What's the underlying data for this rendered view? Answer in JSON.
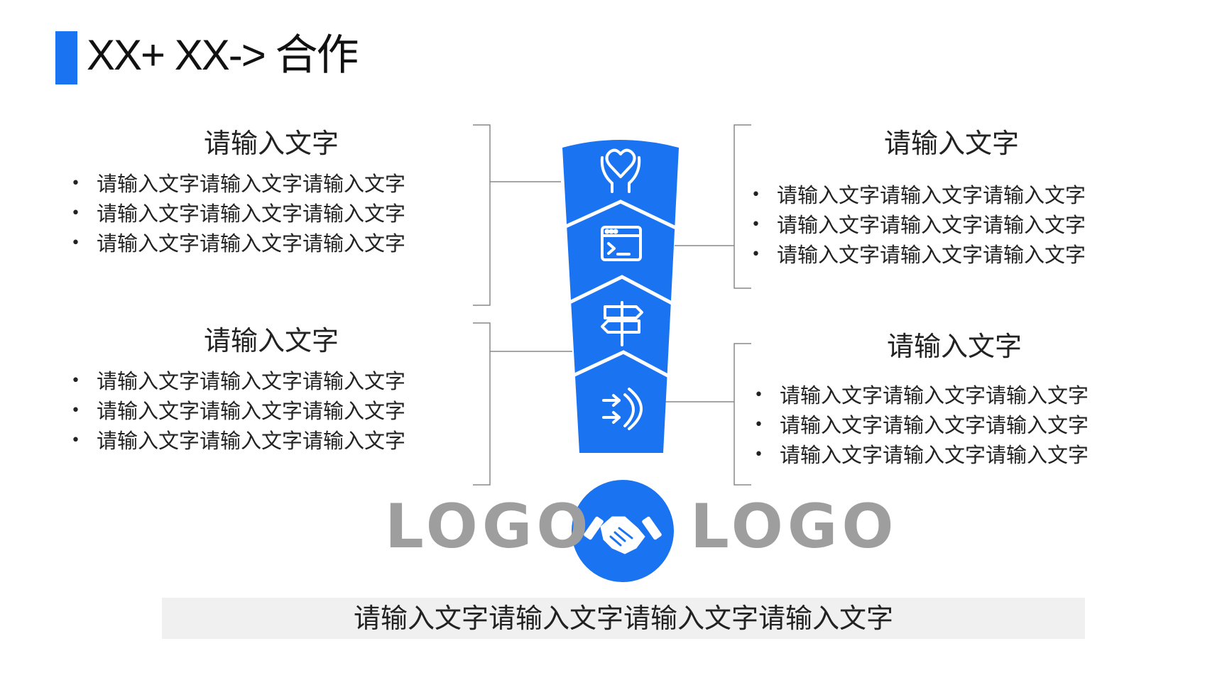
{
  "header": {
    "title": "XX+ XX-> 合作"
  },
  "blocks": {
    "top_left": {
      "heading": "请输入文字",
      "items": [
        "请输入文字请输入文字请输入文字",
        "请输入文字请输入文字请输入文字",
        "请输入文字请输入文字请输入文字"
      ]
    },
    "bottom_left": {
      "heading": "请输入文字",
      "items": [
        "请输入文字请输入文字请输入文字",
        "请输入文字请输入文字请输入文字",
        "请输入文字请输入文字请输入文字"
      ]
    },
    "top_right": {
      "heading": "请输入文字",
      "items": [
        "请输入文字请输入文字请输入文字",
        "请输入文字请输入文字请输入文字",
        "请输入文字请输入文字请输入文字"
      ]
    },
    "bottom_right": {
      "heading": "请输入文字",
      "items": [
        "请输入文字请输入文字请输入文字",
        "请输入文字请输入文字请输入文字",
        "请输入文字请输入文字请输入文字"
      ]
    }
  },
  "diagram": {
    "segment_icons": [
      "heart-hands-icon",
      "terminal-window-icon",
      "signpost-icon",
      "signal-arrows-icon"
    ],
    "center_icon": "handshake-icon"
  },
  "logos": {
    "left": "LOGO",
    "right": "LOGO"
  },
  "footer": {
    "text": "请输入文字请输入文字请输入文字请输入文字"
  },
  "colors": {
    "accent": "#1a73f0",
    "logo_gray": "#9e9e9e",
    "bracket": "#888888",
    "footer_bg": "#f0f0f0"
  }
}
